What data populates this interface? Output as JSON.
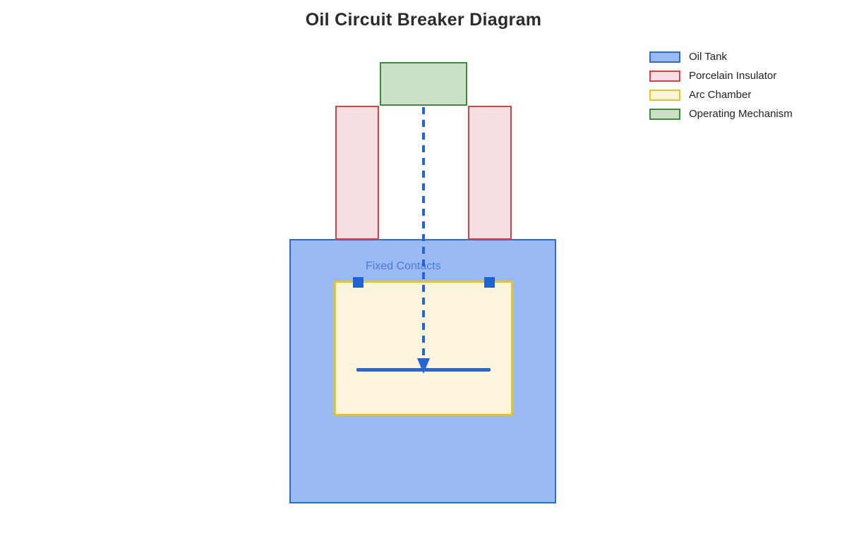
{
  "title": "Oil Circuit Breaker Diagram",
  "legend": {
    "items": [
      {
        "label": "Oil Tank",
        "fill": "#9ABAF4",
        "border": "#2E6BD0"
      },
      {
        "label": "Porcelain Insulator",
        "fill": "#F7DEE2",
        "border": "#D94040"
      },
      {
        "label": "Arc Chamber",
        "fill": "#FCF5DC",
        "border": "#E9C41F"
      },
      {
        "label": "Operating Mechanism",
        "fill": "#CBE0C6",
        "border": "#3F8C3F"
      }
    ]
  },
  "diagram": {
    "fixed_contacts_label": "Fixed Contacts",
    "components": [
      "Oil Tank",
      "Porcelain Insulator",
      "Arc Chamber",
      "Operating Mechanism",
      "Fixed Contacts",
      "Moving Contact"
    ],
    "colors": {
      "oil_tank_fill": "#9ABAF4",
      "oil_tank_border": "#2E6BD0",
      "insulator_fill": "#F7DEE2",
      "insulator_border": "#D94040",
      "arc_chamber_fill": "#FCF5DC",
      "arc_chamber_border": "#E9C41F",
      "mechanism_fill": "#CBE0C6",
      "mechanism_border": "#3F8C3F",
      "contact_blue": "#1E63D6",
      "arrow_blue": "#2566D4",
      "label_blue": "#4A7BE0",
      "title_color": "#2B2B2B"
    }
  }
}
